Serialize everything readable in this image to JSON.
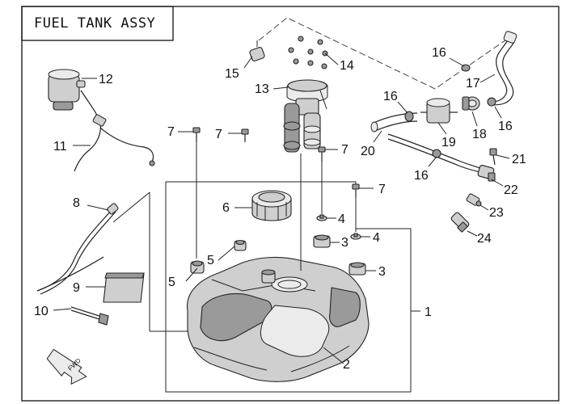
{
  "title": "FUEL TANK ASSY",
  "callouts": {
    "c1": "1",
    "c2": "2",
    "c3a": "3",
    "c3b": "3",
    "c4a": "4",
    "c4b": "4",
    "c5a": "5",
    "c5b": "5",
    "c6": "6",
    "c7a": "7",
    "c7b": "7",
    "c7c": "7",
    "c7d": "7",
    "c8": "8",
    "c9": "9",
    "c10": "10",
    "c11": "11",
    "c12": "12",
    "c13": "13",
    "c14": "14",
    "c15": "15",
    "c16a": "16",
    "c16b": "16",
    "c16c": "16",
    "c16d": "16",
    "c17": "17",
    "c18": "18",
    "c19": "19",
    "c20": "20",
    "c21": "21",
    "c22": "22",
    "c23": "23",
    "c24": "24"
  },
  "fwd_label": "FWD",
  "colors": {
    "line": "#222222",
    "part_fill": "#cfcfcf",
    "part_dark": "#9a9a9a",
    "background": "#ffffff"
  }
}
